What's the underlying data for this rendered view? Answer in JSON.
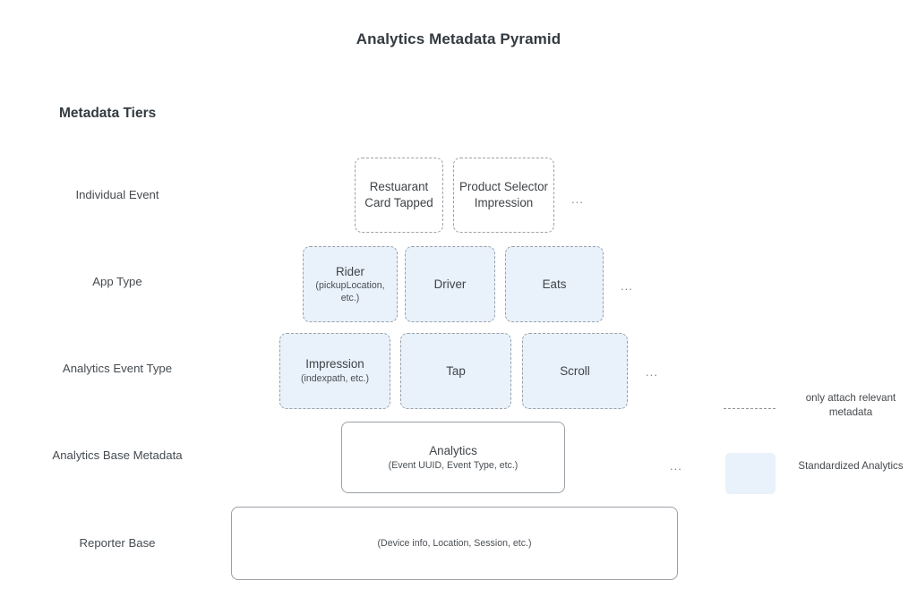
{
  "page": {
    "title": "Analytics Metadata Pyramid",
    "tiers_heading": "Metadata Tiers",
    "ellipsis": "..."
  },
  "colors": {
    "standardized_fill": "#e9f1fb",
    "dashed_border": "#9aa0a6",
    "solid_border": "#9aa0a6",
    "text": "#3c4043",
    "background": "#ffffff"
  },
  "tiers": [
    {
      "label": "Individual Event",
      "style": "dashed-white",
      "boxes": [
        {
          "primary": "Restuarant Card Tapped",
          "secondary": ""
        },
        {
          "primary": "Product Selector Impression",
          "secondary": ""
        }
      ],
      "has_ellipsis": true
    },
    {
      "label": "App Type",
      "style": "dashed-blue",
      "boxes": [
        {
          "primary": "Rider",
          "secondary": "(pickupLocation, etc.)"
        },
        {
          "primary": "Driver",
          "secondary": ""
        },
        {
          "primary": "Eats",
          "secondary": ""
        }
      ],
      "has_ellipsis": true
    },
    {
      "label": "Analytics Event Type",
      "style": "dashed-blue",
      "boxes": [
        {
          "primary": "Impression",
          "secondary": "(indexpath, etc.)"
        },
        {
          "primary": "Tap",
          "secondary": ""
        },
        {
          "primary": "Scroll",
          "secondary": ""
        }
      ],
      "has_ellipsis": true
    },
    {
      "label": "Analytics Base Metadata",
      "style": "solid-white",
      "boxes": [
        {
          "primary": "Analytics",
          "secondary": "(Event UUID, Event Type, etc.)"
        }
      ],
      "has_ellipsis": true
    },
    {
      "label": "Reporter Base",
      "style": "solid-white",
      "boxes": [
        {
          "primary": "",
          "secondary": "(Device info, Location, Session, etc.)"
        }
      ],
      "has_ellipsis": false
    }
  ],
  "legend": [
    {
      "swatch": "dashed-line",
      "label": "only attach relevant metadata"
    },
    {
      "swatch": "blue-square",
      "label": "Standardized Analytics"
    }
  ]
}
